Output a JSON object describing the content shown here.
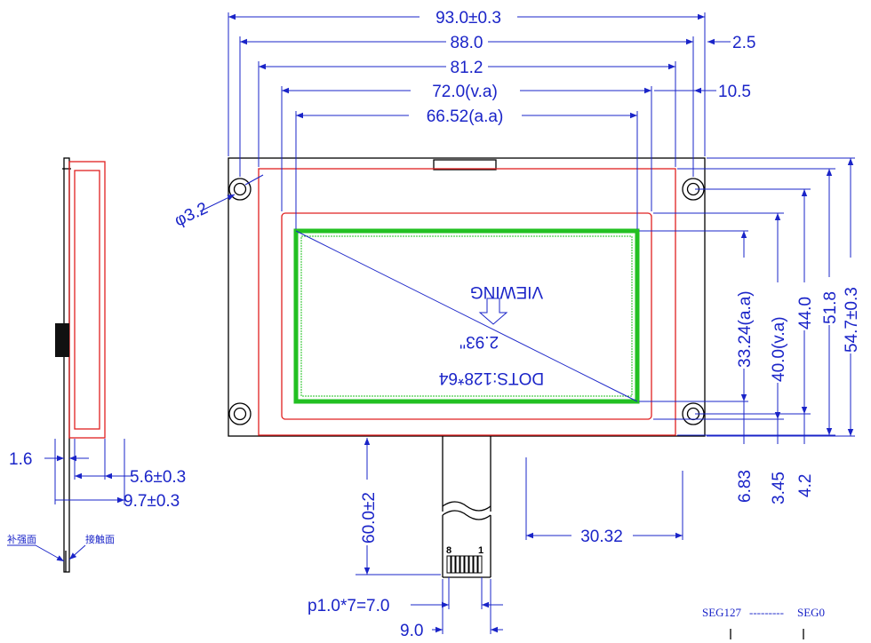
{
  "front_view": {
    "dims_top": {
      "overall_width": "93.0±0.3",
      "hole_pitch": "88.0",
      "bezel_width": "81.2",
      "viewing_area_width": "72.0(v.a)",
      "active_area_width": "66.52(a.a)",
      "edge_offset": "2.5",
      "va_offset": "10.5"
    },
    "dims_right": {
      "active_area_height": "33.24(a.a)",
      "viewing_area_height": "40.0(v.a)",
      "hole_pitch_v": "44.0",
      "bezel_height": "51.8",
      "overall_height": "54.7±0.3",
      "aa_bottom_offset": "6.83",
      "va_bottom_offset": "3.45",
      "hole_bottom_offset": "4.2"
    },
    "hole_diameter": "φ3.2",
    "display_text": {
      "viewing": "VIEWING",
      "size": "2.93''",
      "dots": "DOTS:128*64"
    }
  },
  "fpc": {
    "length": "60.0±2",
    "offset": "30.32",
    "pitch": "p1.0*7=7.0",
    "width": "9.0",
    "pin_first": "8",
    "pin_last": "1"
  },
  "side_view": {
    "dims": {
      "glass": "1.6",
      "module_thickness": "5.6±0.3",
      "total_thickness": "9.7±0.3"
    },
    "labels": {
      "stiffener_side": "补强面",
      "contact_side": "接触面"
    }
  },
  "segment_note": {
    "left": "SEG127",
    "dashes": "---------",
    "right": "SEG0"
  },
  "colors": {
    "dimension": "#1a24c8",
    "outline": "#000000",
    "bezel": "#e02020",
    "active_area": "#22c022"
  }
}
